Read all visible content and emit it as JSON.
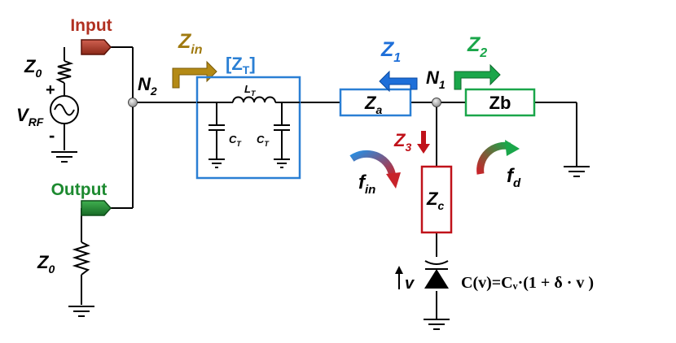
{
  "labels": {
    "input_port": "Input",
    "output_port": "Output",
    "source_impedance_main": "Z",
    "source_impedance_sub": "0",
    "load_impedance_main": "Z",
    "load_impedance_sub": "0",
    "plus_sign": "+",
    "minus_sign": "-",
    "source_main": "V",
    "source_sub": "RF",
    "node_n2_main": "N",
    "node_n2_sub": "2",
    "node_n1_main": "N",
    "node_n1_sub": "1",
    "zin_main": "Z",
    "zin_sub": "in",
    "zt_label_prefix": "[Z",
    "zt_label_sub": "T",
    "zt_label_suffix": "]",
    "lt_main": "L",
    "lt_sub": "T",
    "ct_main": "C",
    "ct_sub": "T",
    "z1_main": "Z",
    "z1_sub": "1",
    "z2_main": "Z",
    "z2_sub": "2",
    "z3_main": "Z",
    "z3_sub": "3",
    "za_main": "Z",
    "za_sub": "a",
    "zb_label": "Zb",
    "zc_main": "Z",
    "zc_sub": "c",
    "fin_main": "f",
    "fin_sub": "in",
    "fd_main": "f",
    "fd_sub": "d",
    "varactor_voltage": "v",
    "capacitance_equation": "C(v)=Cᵥ·(1 + δ · v )"
  },
  "colors": {
    "input_port": "#b03020",
    "output_port": "#1d8a30",
    "zin": "#a07a10",
    "network_box": "#2a7fd4",
    "z1": "#1e6fd9",
    "z2": "#1aa64a",
    "z3": "#c0121a",
    "wire": "#000000",
    "node": "#a8a8a8",
    "gradient_blue": "#2a8de0",
    "gradient_red": "#c8232a",
    "gradient_green": "#1aa64a"
  }
}
